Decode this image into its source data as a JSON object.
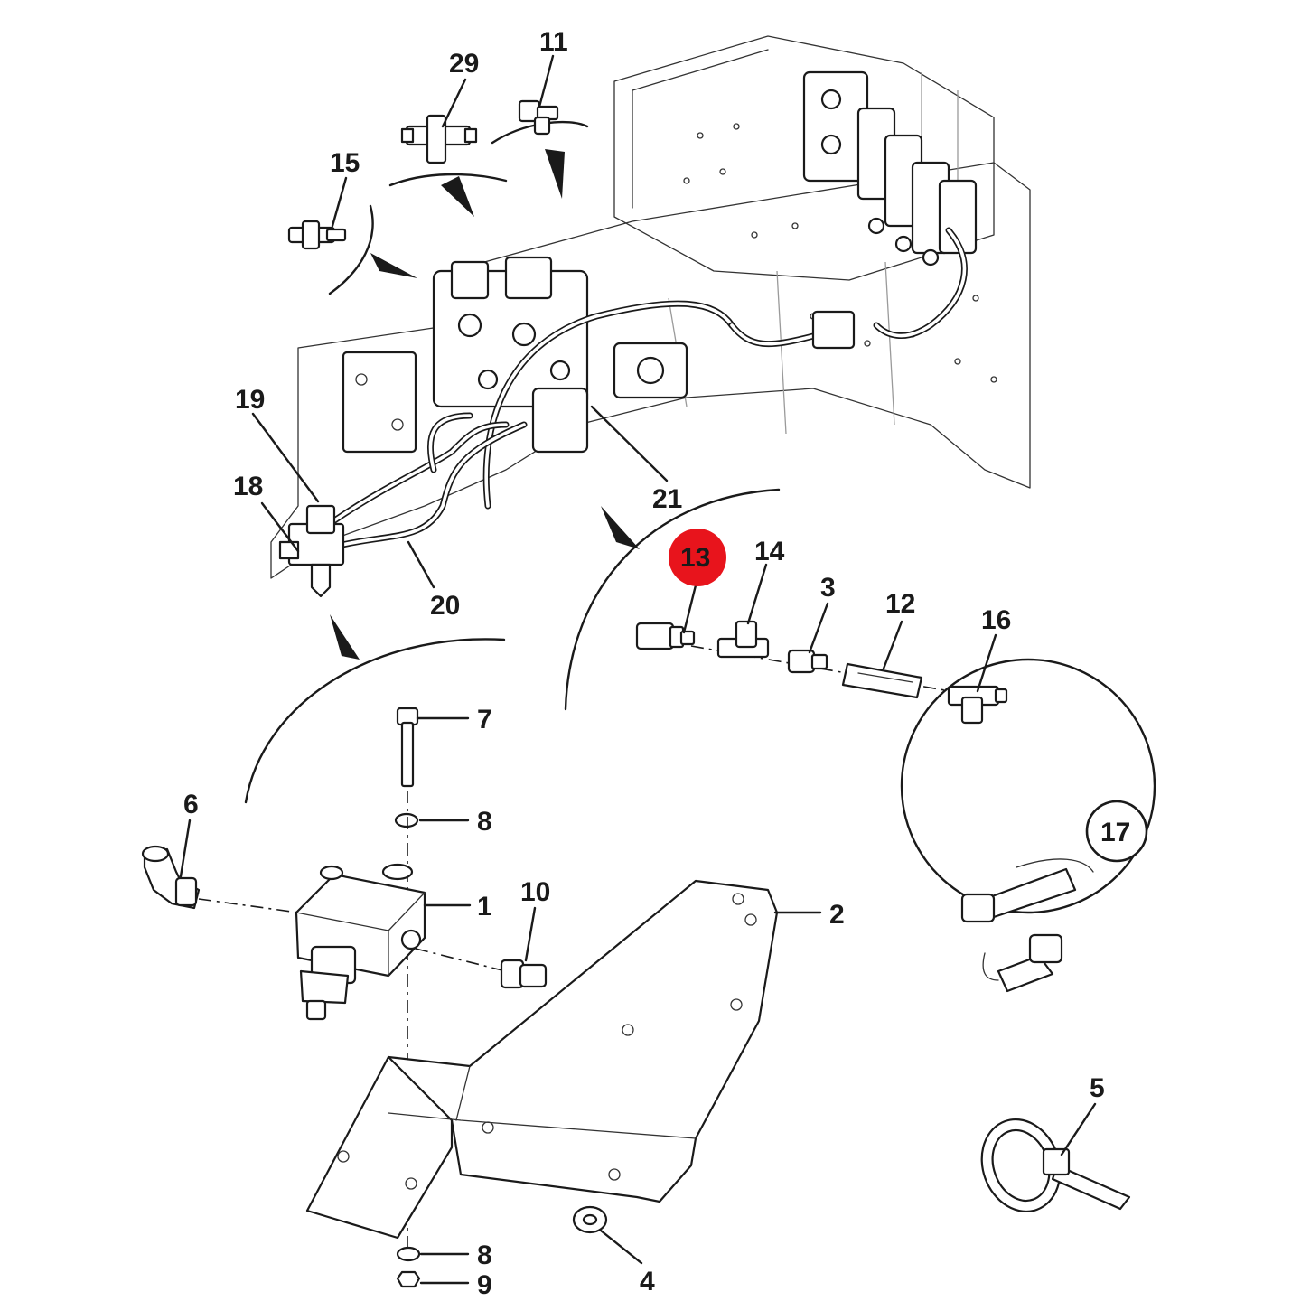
{
  "colors": {
    "line": "#1a1a1a",
    "highlight": "#e8141c",
    "background": "#ffffff"
  },
  "callouts": {
    "c1": "1",
    "c2": "2",
    "c3": "3",
    "c4": "4",
    "c5": "5",
    "c6": "6",
    "c7": "7",
    "c8a": "8",
    "c8b": "8",
    "c9": "9",
    "c10": "10",
    "c11": "11",
    "c12": "12",
    "c13": "13",
    "c14": "14",
    "c15": "15",
    "c16": "16",
    "c17": "17",
    "c18": "18",
    "c19": "19",
    "c20": "20",
    "c21": "21",
    "c29": "29"
  },
  "highlighted_callout": "13"
}
